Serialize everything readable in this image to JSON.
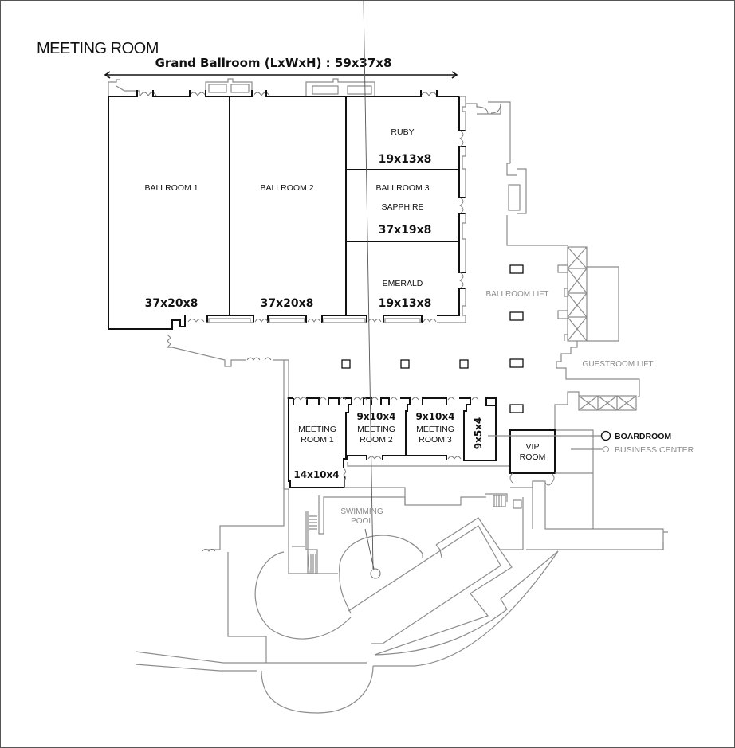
{
  "page": {
    "title": "MEETING ROOM",
    "grand_ballroom_label": "Grand Ballroom (LxWxH) : 59x37x8"
  },
  "colors": {
    "wall_dark": "#111111",
    "wall_grey": "#8c8c8c",
    "label_grey": "#8a8a8a"
  },
  "rooms": {
    "ballroom1": {
      "name": "BALLROOM 1",
      "dims": "37x20x8"
    },
    "ballroom2": {
      "name": "BALLROOM 2",
      "dims": "37x20x8"
    },
    "ruby": {
      "name": "RUBY",
      "dims": "19x13x8"
    },
    "ballroom3": {
      "name": "BALLROOM 3",
      "sub": "SAPPHIRE",
      "dims": "37x19x8"
    },
    "emerald": {
      "name": "EMERALD",
      "dims": "19x13x8"
    },
    "meeting1": {
      "line1": "MEETING",
      "line2": "ROOM 1",
      "dims": "14x10x4"
    },
    "meeting2": {
      "line1": "MEETING",
      "line2": "ROOM 2",
      "dims": "9x10x4"
    },
    "meeting3": {
      "line1": "MEETING",
      "line2": "ROOM 3",
      "dims": "9x10x4"
    },
    "small_room": {
      "dims": "9x5x4"
    },
    "vip": {
      "line1": "VIP",
      "line2": "ROOM"
    }
  },
  "facilities": {
    "ballroom_lift": "BALLROOM LIFT",
    "guestroom_lift": "GUESTROOM LIFT",
    "pool_line1": "SWIMMING",
    "pool_line2": "POOL"
  },
  "legend": [
    {
      "icon": "circle-marker-icon",
      "label": "BOARDROOM",
      "style": "dark"
    },
    {
      "icon": "circle-marker-icon",
      "label": "BUSINESS CENTER",
      "style": "grey"
    }
  ]
}
